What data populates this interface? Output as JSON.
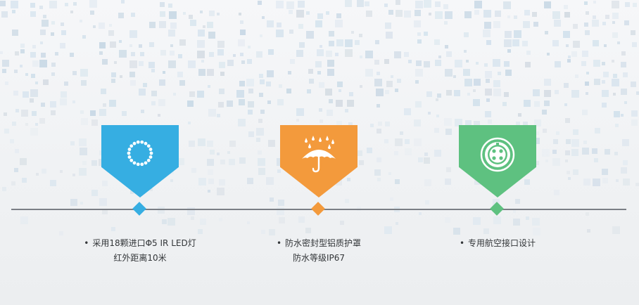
{
  "colors": {
    "line": "#7b7f85",
    "blue": "#36aee2",
    "orange": "#f39a3c",
    "green": "#5ec180",
    "text": "#333639"
  },
  "features": [
    {
      "icon": "led-ring-icon",
      "color": "#36aee2",
      "bullet": "•",
      "line1": "采用18颗进口Φ5 IR LED灯",
      "line2": "红外距离10米"
    },
    {
      "icon": "rain-umbrella-icon",
      "color": "#f39a3c",
      "bullet": "•",
      "line1": "防水密封型铝质护罩",
      "line2": "防水等级IP67"
    },
    {
      "icon": "aviation-connector-icon",
      "color": "#5ec180",
      "bullet": "•",
      "line1": "专用航空接口设计",
      "line2": ""
    }
  ]
}
